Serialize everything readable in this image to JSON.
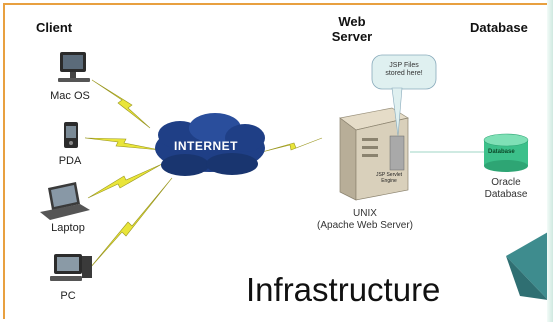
{
  "headers": {
    "client": "Client",
    "web_server": "Web\nServer",
    "database": "Database"
  },
  "devices": [
    {
      "label": "Mac OS",
      "icon": "desktop-computer-icon"
    },
    {
      "label": "PDA",
      "icon": "pda-icon"
    },
    {
      "label": "Laptop",
      "icon": "laptop-icon"
    },
    {
      "label": "PC",
      "icon": "pc-icon"
    }
  ],
  "internet": {
    "label": "INTERNET",
    "icon": "cloud-icon"
  },
  "server": {
    "callout": "JSP Files\nstored here!",
    "engine_label": "JSP Servlet\nEngine",
    "caption_line1": "UNIX",
    "caption_line2": "(Apache Web Server)",
    "icon": "server-tower-icon"
  },
  "database": {
    "cylinder_label": "Database",
    "caption_line1": "Oracle",
    "caption_line2": "Database",
    "icon": "database-cylinder-icon"
  },
  "title": "Infrastructure",
  "colors": {
    "frame_border": "#e8a040",
    "cloud": "#1f3f86",
    "lightning": "#e9e53a",
    "db_cylinder": "#3cc08a",
    "callout": "#dff0f0",
    "arrow_teal": "#3e8c8e"
  }
}
